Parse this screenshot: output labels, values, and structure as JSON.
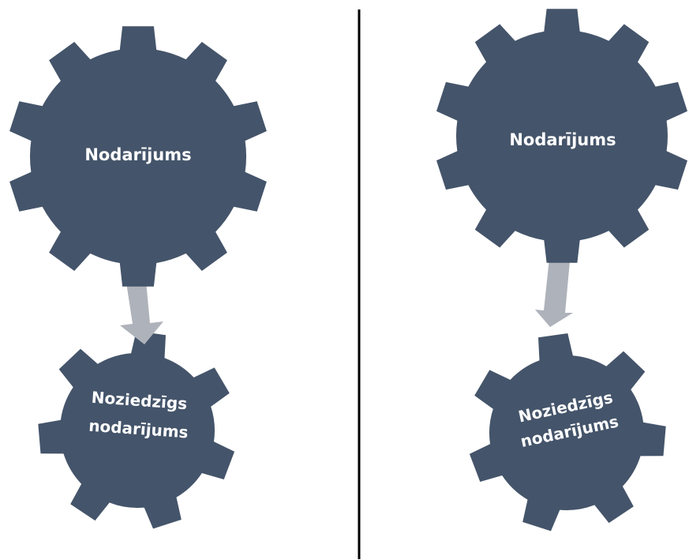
{
  "colors": {
    "gear": "#44546a",
    "arrow": "#aeb2ba",
    "divider": "#000000",
    "background": "#ffffff",
    "label": "#ffffff"
  },
  "panels": [
    {
      "big_gear": {
        "label": "Nodarījums"
      },
      "small_gear": {
        "line1": "Noziedzīgs",
        "line2": "nodarījums"
      }
    },
    {
      "big_gear": {
        "label": "Nodarījums"
      },
      "small_gear": {
        "line1": "Noziedzīgs",
        "line2": "nodarījums"
      }
    }
  ]
}
